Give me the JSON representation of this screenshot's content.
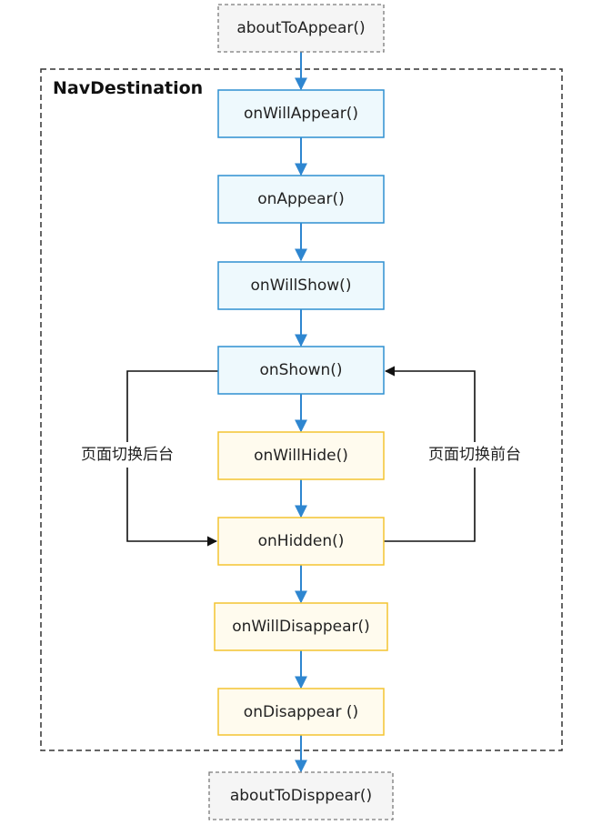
{
  "colors": {
    "blue_fill": "#EEF9FD",
    "blue_stroke": "#2E8FD1",
    "yellow_fill": "#FFFBEE",
    "yellow_stroke": "#F4C430",
    "gray_fill": "#F5F5F5",
    "gray_stroke": "#7A7A7A",
    "arrow_blue": "#2E86D0",
    "arrow_black": "#111111"
  },
  "container": {
    "label": "NavDestination"
  },
  "nodes": {
    "about_to_appear": "aboutToAppear()",
    "on_will_appear": "onWillAppear()",
    "on_appear": "onAppear()",
    "on_will_show": "onWillShow()",
    "on_shown": "onShown()",
    "on_will_hide": "onWillHide()",
    "on_hidden": "onHidden()",
    "on_will_disappear": "onWillDisappear()",
    "on_disappear": "onDisappear ()",
    "about_to_disappear": "aboutToDisppear()"
  },
  "edges": {
    "to_background": "页面切换后台",
    "to_foreground": "页面切换前台"
  }
}
